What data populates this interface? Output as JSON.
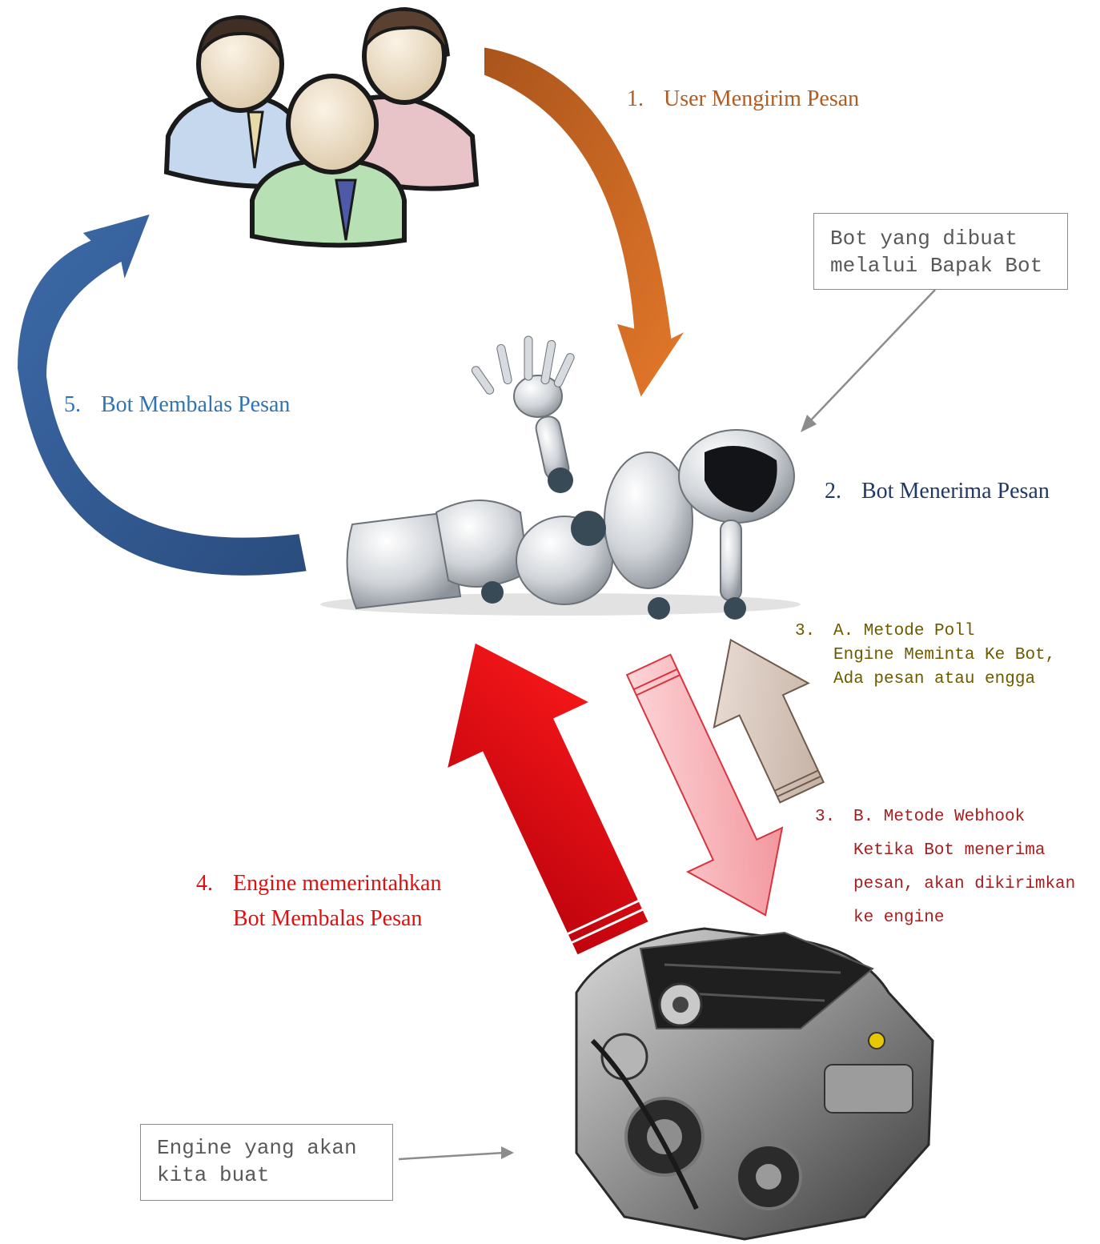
{
  "colors": {
    "step1": "#b35a1f",
    "step2": "#1f3864",
    "step3a": "#6b5a00",
    "step3b": "#a32020",
    "step4": "#e01010",
    "step5": "#2e74b5",
    "arrow_orange": "#d56a1f",
    "arrow_blue": "#2f5a92",
    "arrow_red": "#d9000f",
    "arrow_pink": "#f5a9ae",
    "arrow_beige": "#d4c3b8"
  },
  "icons": {
    "users": "users-icon",
    "robot": "robot-icon",
    "engine": "engine-icon"
  },
  "steps": {
    "s1": {
      "num": "1.",
      "text": "User Mengirim Pesan"
    },
    "s2": {
      "num": "2.",
      "text": "Bot Menerima Pesan"
    },
    "s3a": {
      "num": "3.",
      "line1": "A. Metode Poll",
      "line2": "Engine Meminta Ke Bot,",
      "line3": "Ada pesan atau engga"
    },
    "s3b": {
      "num": "3.",
      "line1": "B. Metode Webhook",
      "line2": "Ketika Bot menerima",
      "line3": "pesan, akan dikirimkan",
      "line4": "ke engine"
    },
    "s4": {
      "num": "4.",
      "line1": "Engine memerintahkan",
      "line2": "Bot Membalas Pesan"
    },
    "s5": {
      "num": "5.",
      "text": "Bot Membalas Pesan"
    }
  },
  "callouts": {
    "bot": {
      "line1": "Bot yang dibuat",
      "line2": "melalui Bapak Bot"
    },
    "engine": {
      "line1": "Engine yang akan",
      "line2": "kita buat"
    }
  }
}
